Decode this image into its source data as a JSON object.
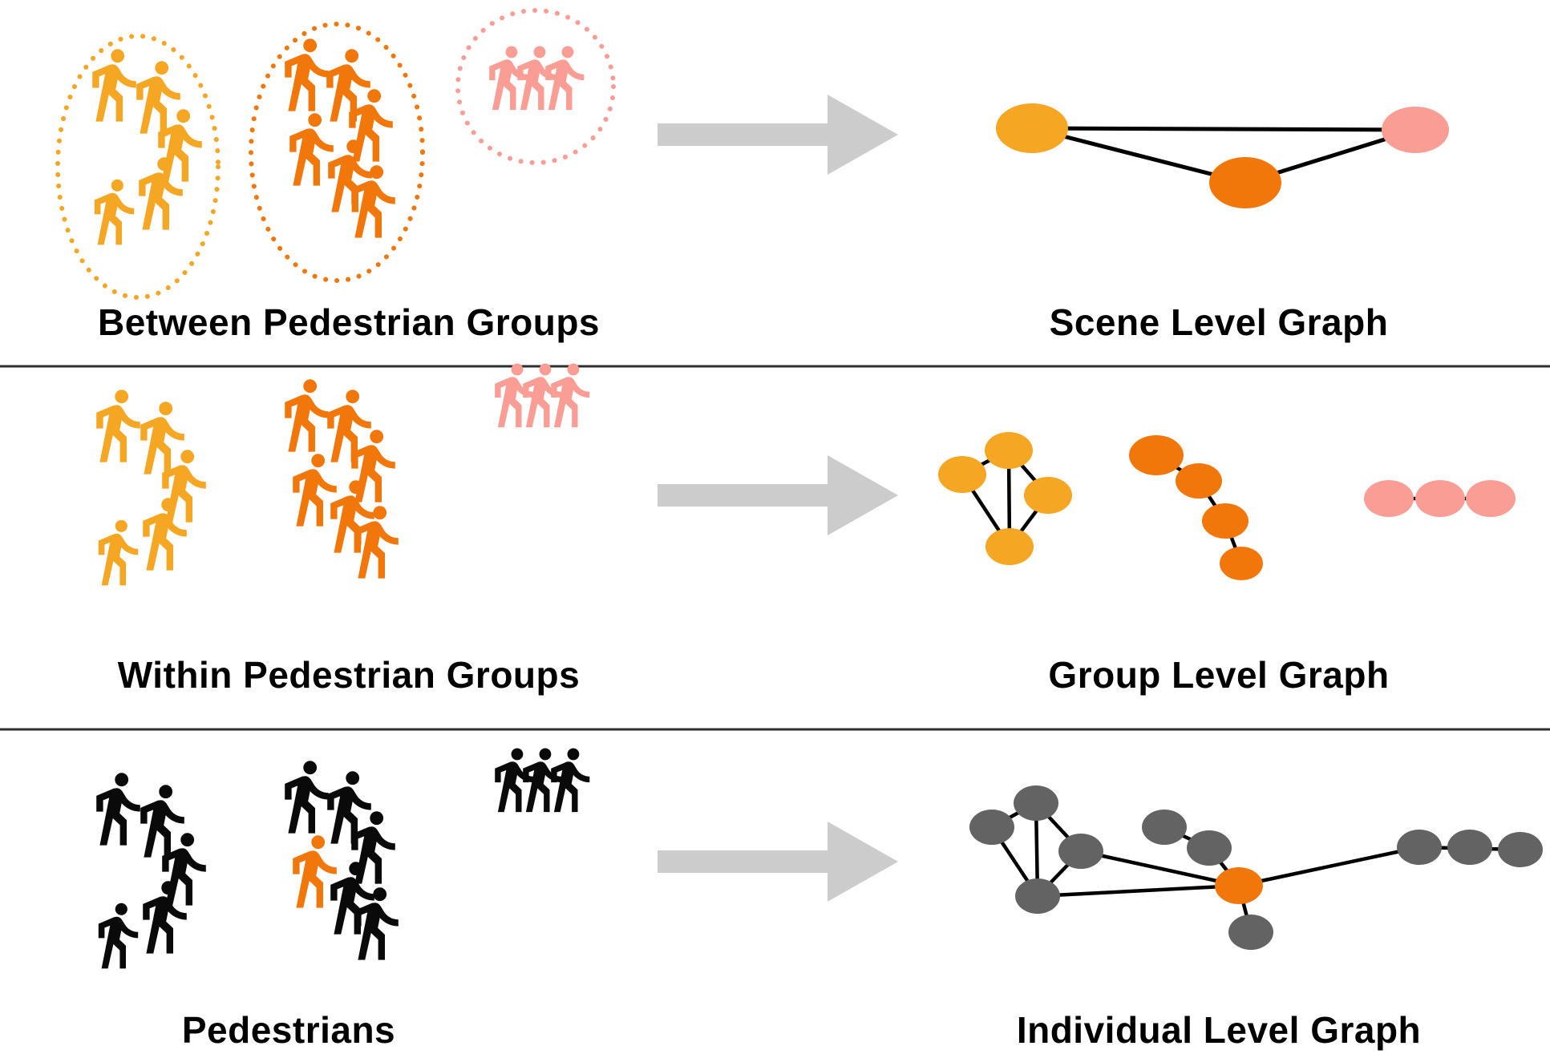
{
  "rows": [
    {
      "left_label": "Between Pedestrian Groups",
      "right_label": "Scene Level Graph"
    },
    {
      "left_label": "Within Pedestrian Groups",
      "right_label": "Group Level Graph"
    },
    {
      "left_label": "Pedestrians",
      "right_label": "Individual Level Graph"
    }
  ],
  "colors": {
    "yellow": "#F5A623",
    "orange": "#F1770B",
    "pink": "#FA9D94",
    "gray_node": "#636363",
    "person_black": "#0a0a0a",
    "arrow": "#cccccc",
    "edge": "#000000",
    "divider": "#2e2e2e"
  },
  "pedestrian_groups": [
    {
      "color": "yellow",
      "count": 5,
      "circled_in_top_row": true
    },
    {
      "color": "orange",
      "count": 6,
      "circled_in_top_row": true
    },
    {
      "color": "pink",
      "count": 3,
      "circled_in_top_row": true
    }
  ],
  "bottom_row": {
    "pedestrian_color": "black",
    "highlighted_orange_individuals": 1
  },
  "graphs": {
    "scene_level": {
      "nodes": [
        {
          "id": "yellow-group",
          "color": "yellow"
        },
        {
          "id": "orange-group",
          "color": "orange"
        },
        {
          "id": "pink-group",
          "color": "pink"
        }
      ],
      "edges": [
        [
          "yellow-group",
          "pink-group"
        ],
        [
          "yellow-group",
          "orange-group"
        ],
        [
          "orange-group",
          "pink-group"
        ]
      ]
    },
    "group_level": {
      "subgraphs": [
        {
          "color": "yellow",
          "node_count": 4,
          "shape": "cluster"
        },
        {
          "color": "orange",
          "node_count": 4,
          "shape": "chain"
        },
        {
          "color": "pink",
          "node_count": 3,
          "shape": "chain"
        }
      ]
    },
    "individual_level": {
      "gray_node_count": 10,
      "orange_node_count": 1,
      "clusters": [
        {
          "node_count": 4,
          "shape": "cluster"
        },
        {
          "node_count": 4,
          "shape": "chain-with-orange-hub"
        },
        {
          "node_count": 3,
          "shape": "chain"
        }
      ]
    }
  }
}
